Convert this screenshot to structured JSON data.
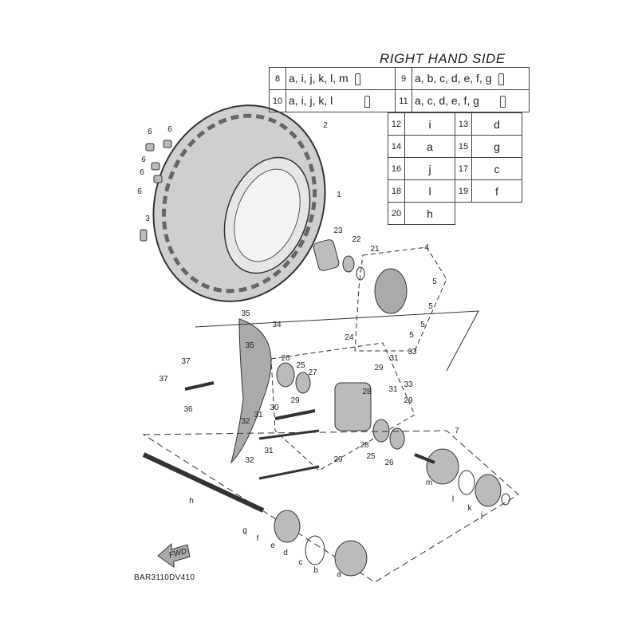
{
  "title": "RIGHT HAND SIDE",
  "kits": [
    {
      "num": "8",
      "parts": "a, i, j, k, l, m"
    },
    {
      "num": "9",
      "parts": "a, b, c, d, e, f, g"
    },
    {
      "num": "10",
      "parts": "a, i, j, k, l"
    },
    {
      "num": "11",
      "parts": "a, c, d, e, f, g"
    }
  ],
  "singles": [
    {
      "num": "12",
      "part": "i"
    },
    {
      "num": "13",
      "part": "d"
    },
    {
      "num": "14",
      "part": "a"
    },
    {
      "num": "15",
      "part": "g"
    },
    {
      "num": "16",
      "part": "j"
    },
    {
      "num": "17",
      "part": "c"
    },
    {
      "num": "18",
      "part": "l"
    },
    {
      "num": "19",
      "part": "f"
    },
    {
      "num": "20",
      "part": "h"
    }
  ],
  "callouts": [
    "6",
    "6",
    "6",
    "6",
    "6",
    "3",
    "2",
    "1",
    "23",
    "22",
    "21",
    "4",
    "5",
    "5",
    "5",
    "5",
    "35",
    "34",
    "35",
    "24",
    "26",
    "25",
    "27",
    "31",
    "33",
    "29",
    "28",
    "29",
    "31",
    "33",
    "37",
    "37",
    "36",
    "30",
    "32",
    "31",
    "29",
    "28",
    "25",
    "26",
    "29",
    "7",
    "31",
    "32",
    "h",
    "m",
    "l",
    "k",
    "j",
    "g",
    "f",
    "e",
    "d",
    "c",
    "b",
    "a"
  ],
  "fwd_label": "FWD",
  "diagram_code": "BAR3110DV410"
}
